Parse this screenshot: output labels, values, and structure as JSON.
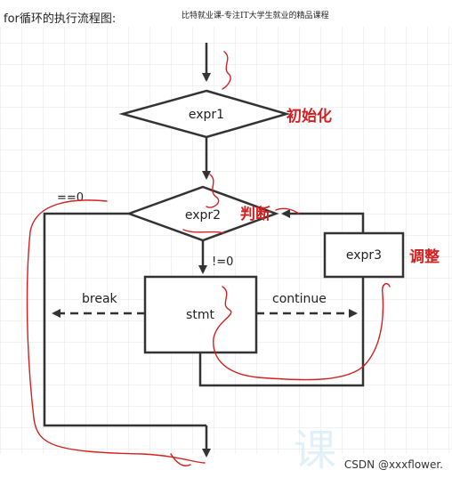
{
  "header": {
    "title": "for循环的执行流程图:",
    "caption": "比特就业课-专注IT大学生就业的精品课程"
  },
  "diagram": {
    "nodes": {
      "expr1": "expr1",
      "expr2": "expr2",
      "stmt": "stmt",
      "expr3": "expr3"
    },
    "edge_labels": {
      "false_branch": "==0",
      "true_branch": "!=0",
      "break": "break",
      "continue": "continue"
    },
    "annotations": {
      "init": "初始化",
      "judge": "判断",
      "adjust": "调整"
    },
    "colors": {
      "annotation": "#d42020",
      "grid": "#e6e6e6",
      "line": "#333333"
    }
  },
  "footer": {
    "watermark": "CSDN @xxxflower."
  }
}
